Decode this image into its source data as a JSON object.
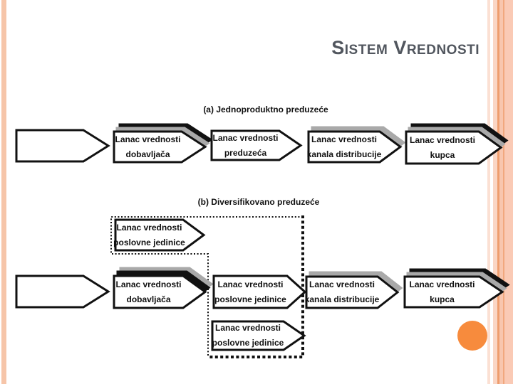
{
  "slide": {
    "title": "Sistem Vrednosti",
    "section_a_label": "(a) Jednoproduktno preduzeće",
    "section_b_label": "(b) Diversifikovano preduzeće"
  },
  "arrows": {
    "a_supplier": {
      "line1": "Lanac vrednosti",
      "line2": "dobavljača"
    },
    "a_company": {
      "line1": "Lanac vrednosti",
      "line2": "preduzeća"
    },
    "a_channel": {
      "line1": "Lanac vrednosti",
      "line2": "kanala distribucije"
    },
    "a_buyer": {
      "line1": "Lanac vrednosti",
      "line2": "kupca"
    },
    "b_unit_top": {
      "line1": "Lanac vrednosti",
      "line2": "poslovne jedinice"
    },
    "b_supplier": {
      "line1": "Lanac vrednosti",
      "line2": "dobavljača"
    },
    "b_unit_mid": {
      "line1": "Lanac vrednosti",
      "line2": "poslovne jedinice"
    },
    "b_channel": {
      "line1": "Lanac vrednosti",
      "line2": "kanala distribucije"
    },
    "b_buyer": {
      "line1": "Lanac vrednosti",
      "line2": "kupca"
    },
    "b_unit_bottom": {
      "line1": "Lanac vrednosti",
      "line2": "poslovne jedinice"
    }
  },
  "colors": {
    "accent_orange": "#F78B3D",
    "stripe_peach": "#F6C5A9",
    "shadow_gray": "#A9A9A9",
    "ink": "#111111",
    "title_gray": "#51565E"
  }
}
